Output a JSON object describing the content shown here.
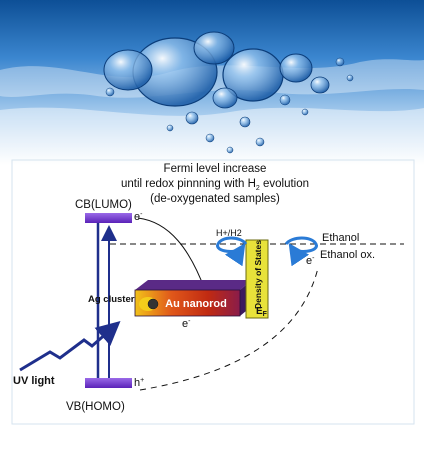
{
  "header": {
    "line1": "Fermi level increase",
    "line2_pre": "until redox pinnning with H",
    "line2_sub": "2",
    "line2_post": " evolution",
    "line3": "(de-oxygenated samples)"
  },
  "bands": {
    "cb_label": "CB(LUMO)",
    "vb_label": "VB(HOMO)",
    "electron": "e",
    "electron_sup": "-",
    "hole": "h",
    "hole_sup": "+"
  },
  "labels": {
    "uv_light": "UV light",
    "ag_cluster": "Ag cluster",
    "au_nanorod": "Au nanorod",
    "electron_lower": "e",
    "electron_lower_sup": "-",
    "h_couple": "H+/H2",
    "dos": "Density of States",
    "ef": "E",
    "ef_sub": "F",
    "ethanol": "Ethanol",
    "ethanol_ox": "Ethanol ox.",
    "electron_right": "e",
    "electron_right_sup": "-"
  },
  "colors": {
    "band_bar": "#7b3fd6",
    "arrow": "#1f2f8c",
    "dos_bar": "#e8e23a",
    "water": "#4a8fd0",
    "swirl": "#2a7bd6"
  }
}
